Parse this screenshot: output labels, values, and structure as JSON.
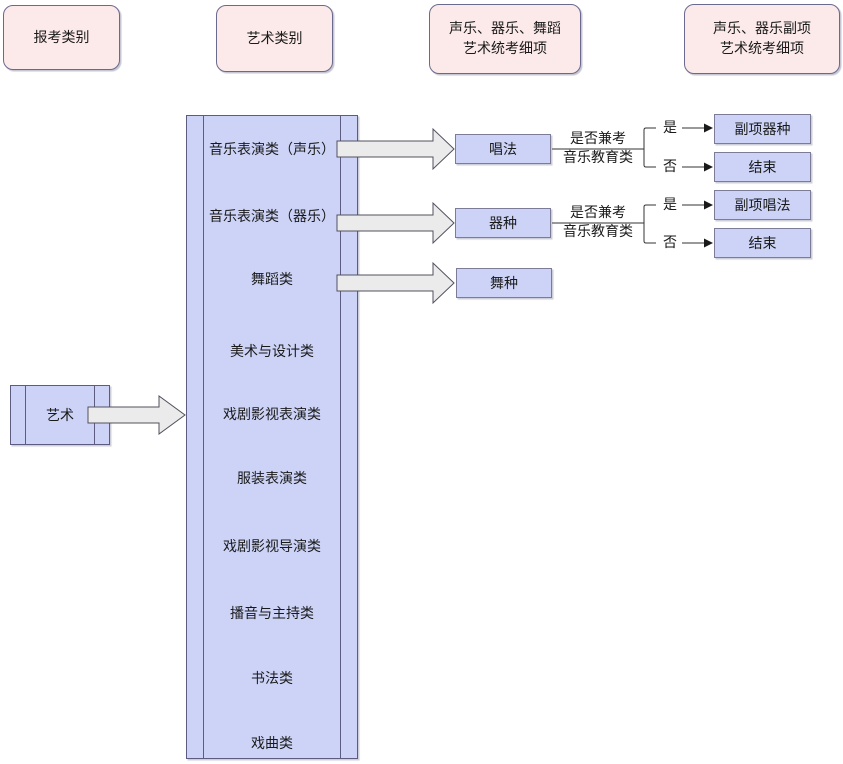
{
  "headers": {
    "application_category": "报考类别",
    "art_category": "艺术类别",
    "exam_detail": "声乐、器乐、舞蹈\n艺术统考细项",
    "secondary_exam_detail": "声乐、器乐副项\n艺术统考细项"
  },
  "root": {
    "label": "艺术"
  },
  "categories": [
    "音乐表演类（声乐）",
    "音乐表演类（器乐）",
    "舞蹈类",
    "美术与设计类",
    "戏剧影视表演类",
    "服装表演类",
    "戏剧影视导演类",
    "播音与主持类",
    "书法类",
    "戏曲类"
  ],
  "details": {
    "vocal": "唱法",
    "instrument": "器种",
    "dance": "舞种"
  },
  "branches": {
    "vocal": {
      "condition": "是否兼考\n音乐教育类",
      "yes": "是",
      "no": "否",
      "yes_target": "副项器种",
      "no_target": "结束"
    },
    "instrument": {
      "condition": "是否兼考\n音乐教育类",
      "yes": "是",
      "no": "否",
      "yes_target": "副项唱法",
      "no_target": "结束"
    }
  },
  "colors": {
    "header_fill": "#FCE9E9",
    "node_fill": "#CCD3F6",
    "shape_border": "#5C5C80",
    "node_border": "#7C7C99",
    "block_arrow_fill": "#EBEBEB",
    "connector": "#333333"
  }
}
